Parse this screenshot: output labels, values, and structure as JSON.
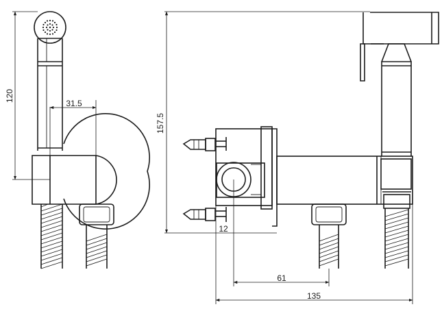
{
  "drawing": {
    "line_color": "#1a1a1a",
    "background": "#ffffff",
    "dimensions": {
      "height_spray": "120",
      "spray_offset": "31.5",
      "total_height": "157.5",
      "wall_offset": "12",
      "hose_spacing": "61",
      "total_length": "135"
    }
  }
}
